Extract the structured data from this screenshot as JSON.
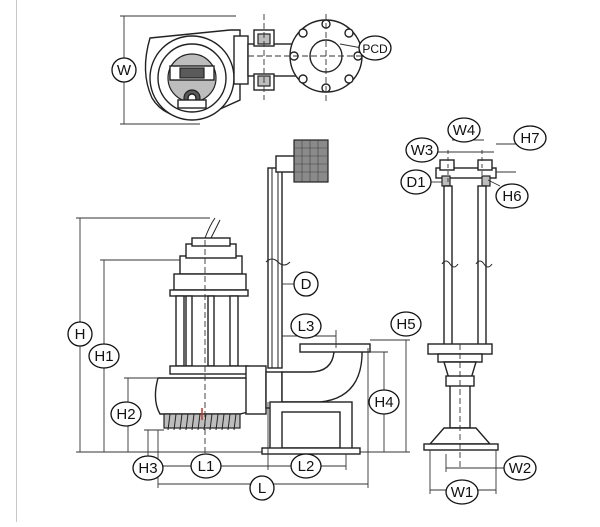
{
  "diagram": {
    "labels": {
      "W": "W",
      "PCD": "PCD",
      "W4": "W4",
      "W3": "W3",
      "H7": "H7",
      "D1": "D1",
      "H6": "H6",
      "D": "D",
      "H": "H",
      "H1": "H1",
      "L3": "L3",
      "H5": "H5",
      "H4": "H4",
      "H2": "H2",
      "H3": "H3",
      "L1": "L1",
      "L2": "L2",
      "L": "L",
      "W2": "W2",
      "W1": "W1"
    }
  }
}
